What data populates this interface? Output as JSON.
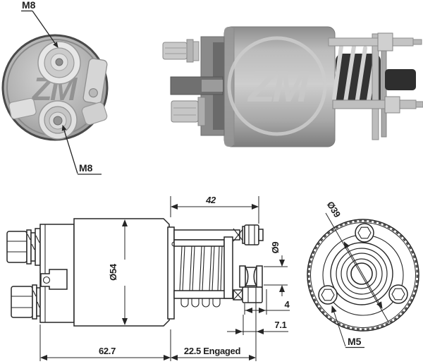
{
  "colors": {
    "background": "#ffffff",
    "line": "#262626",
    "dim_text": "#1f1f1f",
    "photo_mid_gray": "#b3b3b3",
    "photo_dark_gray": "#6a6a6a",
    "boot_black": "#333333",
    "watermark_gray": "#c9c9c9"
  },
  "end_view_photo": {
    "terminal_top_label": "M8",
    "terminal_bottom_label": "M8",
    "watermark": "ZM"
  },
  "side_view_photo": {
    "watermark": "ZM"
  },
  "side_view_drawing": {
    "dim_plunger_length": "42",
    "dim_rod_diameter": "Ø9",
    "dim_body_diameter": "Ø54",
    "dim_groove_width": "4",
    "dim_rod_protrusion": "7.1",
    "dim_body_length": "62.7",
    "dim_engaged_travel": "22.5 Engaged"
  },
  "front_view_drawing": {
    "dim_bolt_circle_diameter": "Ø39",
    "dim_mounting_thread": "M5"
  }
}
